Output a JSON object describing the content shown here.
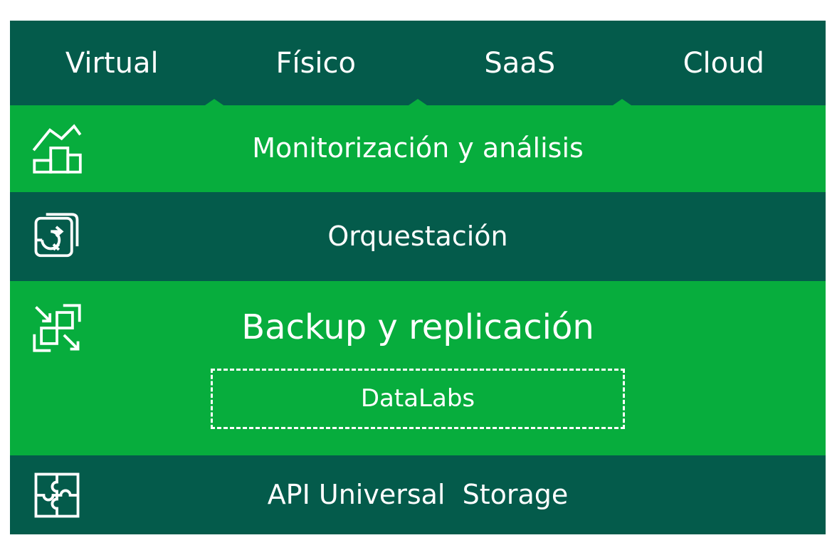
{
  "tabbar": {
    "tabs": [
      {
        "label": "Virtual"
      },
      {
        "label": "Físico"
      },
      {
        "label": "SaaS"
      },
      {
        "label": "Cloud"
      }
    ]
  },
  "rows": [
    {
      "label": "Monitorización y análisis",
      "icon": "monitoring-chart-icon",
      "theme": "bright"
    },
    {
      "label": "Orquestación",
      "icon": "orchestration-playbook-icon",
      "theme": "dark"
    },
    {
      "label": "Backup y replicación",
      "icon": "backup-replication-icon",
      "theme": "bright",
      "sub_box": {
        "label": "DataLabs"
      }
    },
    {
      "label": "API Universal  Storage",
      "icon": "api-puzzle-icon",
      "theme": "dark"
    }
  ],
  "colors": {
    "bright_green": "#07AD3D",
    "dark_green": "#045B4B",
    "text_color": "#FFFFFF",
    "page_background": "#FFFFFF"
  }
}
